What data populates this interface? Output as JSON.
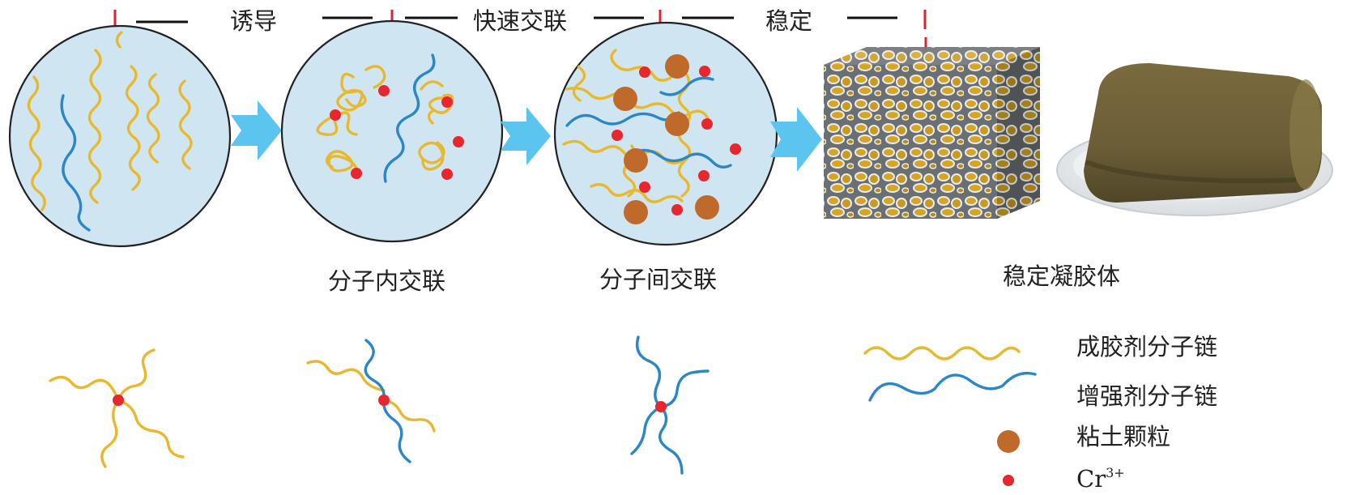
{
  "stages": {
    "induction": "诱导",
    "fast_crosslink": "快速交联",
    "stable": "稳定"
  },
  "captions": {
    "intramolecular": "分子内交联",
    "intermolecular": "分子间交联",
    "stable_gel": "稳定凝胶体"
  },
  "legend": {
    "gel_chain": "成胶剂分子链",
    "reinforcer_chain": "增强剂分子链",
    "clay": "粘土颗粒",
    "cr_base": "Cr",
    "cr_sup": "3+"
  },
  "colors": {
    "gel_chain": "#e8b92f",
    "reinforcer_chain": "#2b87c6",
    "cr_ion": "#e8262d",
    "clay": "#bf6a2a",
    "circle_fill": "#cfe6f2",
    "arrow": "#5bc4ef"
  }
}
